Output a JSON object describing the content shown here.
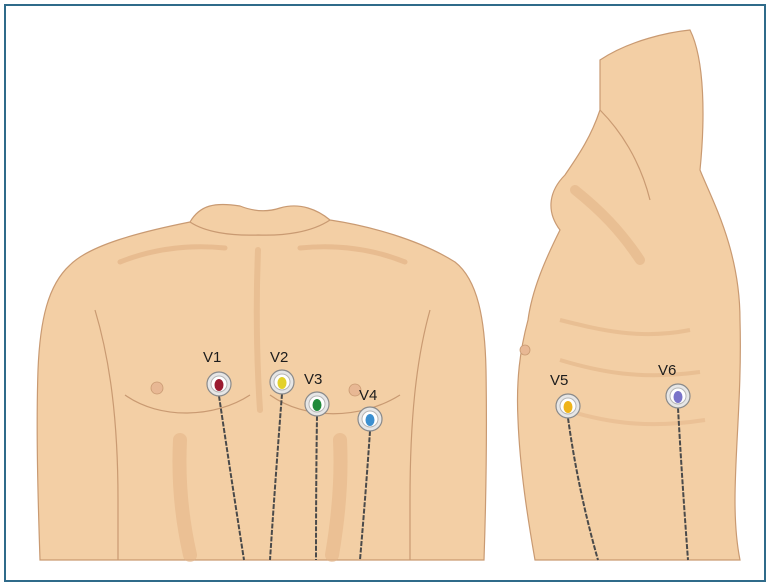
{
  "leads": [
    {
      "id": "v1",
      "label": "V1",
      "color": "#9b1b30"
    },
    {
      "id": "v2",
      "label": "V2",
      "color": "#e3d12a"
    },
    {
      "id": "v3",
      "label": "V3",
      "color": "#1f8a3a"
    },
    {
      "id": "v4",
      "label": "V4",
      "color": "#3b8fd0"
    },
    {
      "id": "v5",
      "label": "V5",
      "color": "#efb41b"
    },
    {
      "id": "v6",
      "label": "V6",
      "color": "#7a74c9"
    }
  ],
  "colors": {
    "skin": "#f3cfa5",
    "skin_shadow": "#e3b487",
    "skin_outline": "#c99a72",
    "electrode_ring": "#cfcfcf",
    "wire": "#4a4a4a",
    "frame": "#2f6b8a"
  }
}
